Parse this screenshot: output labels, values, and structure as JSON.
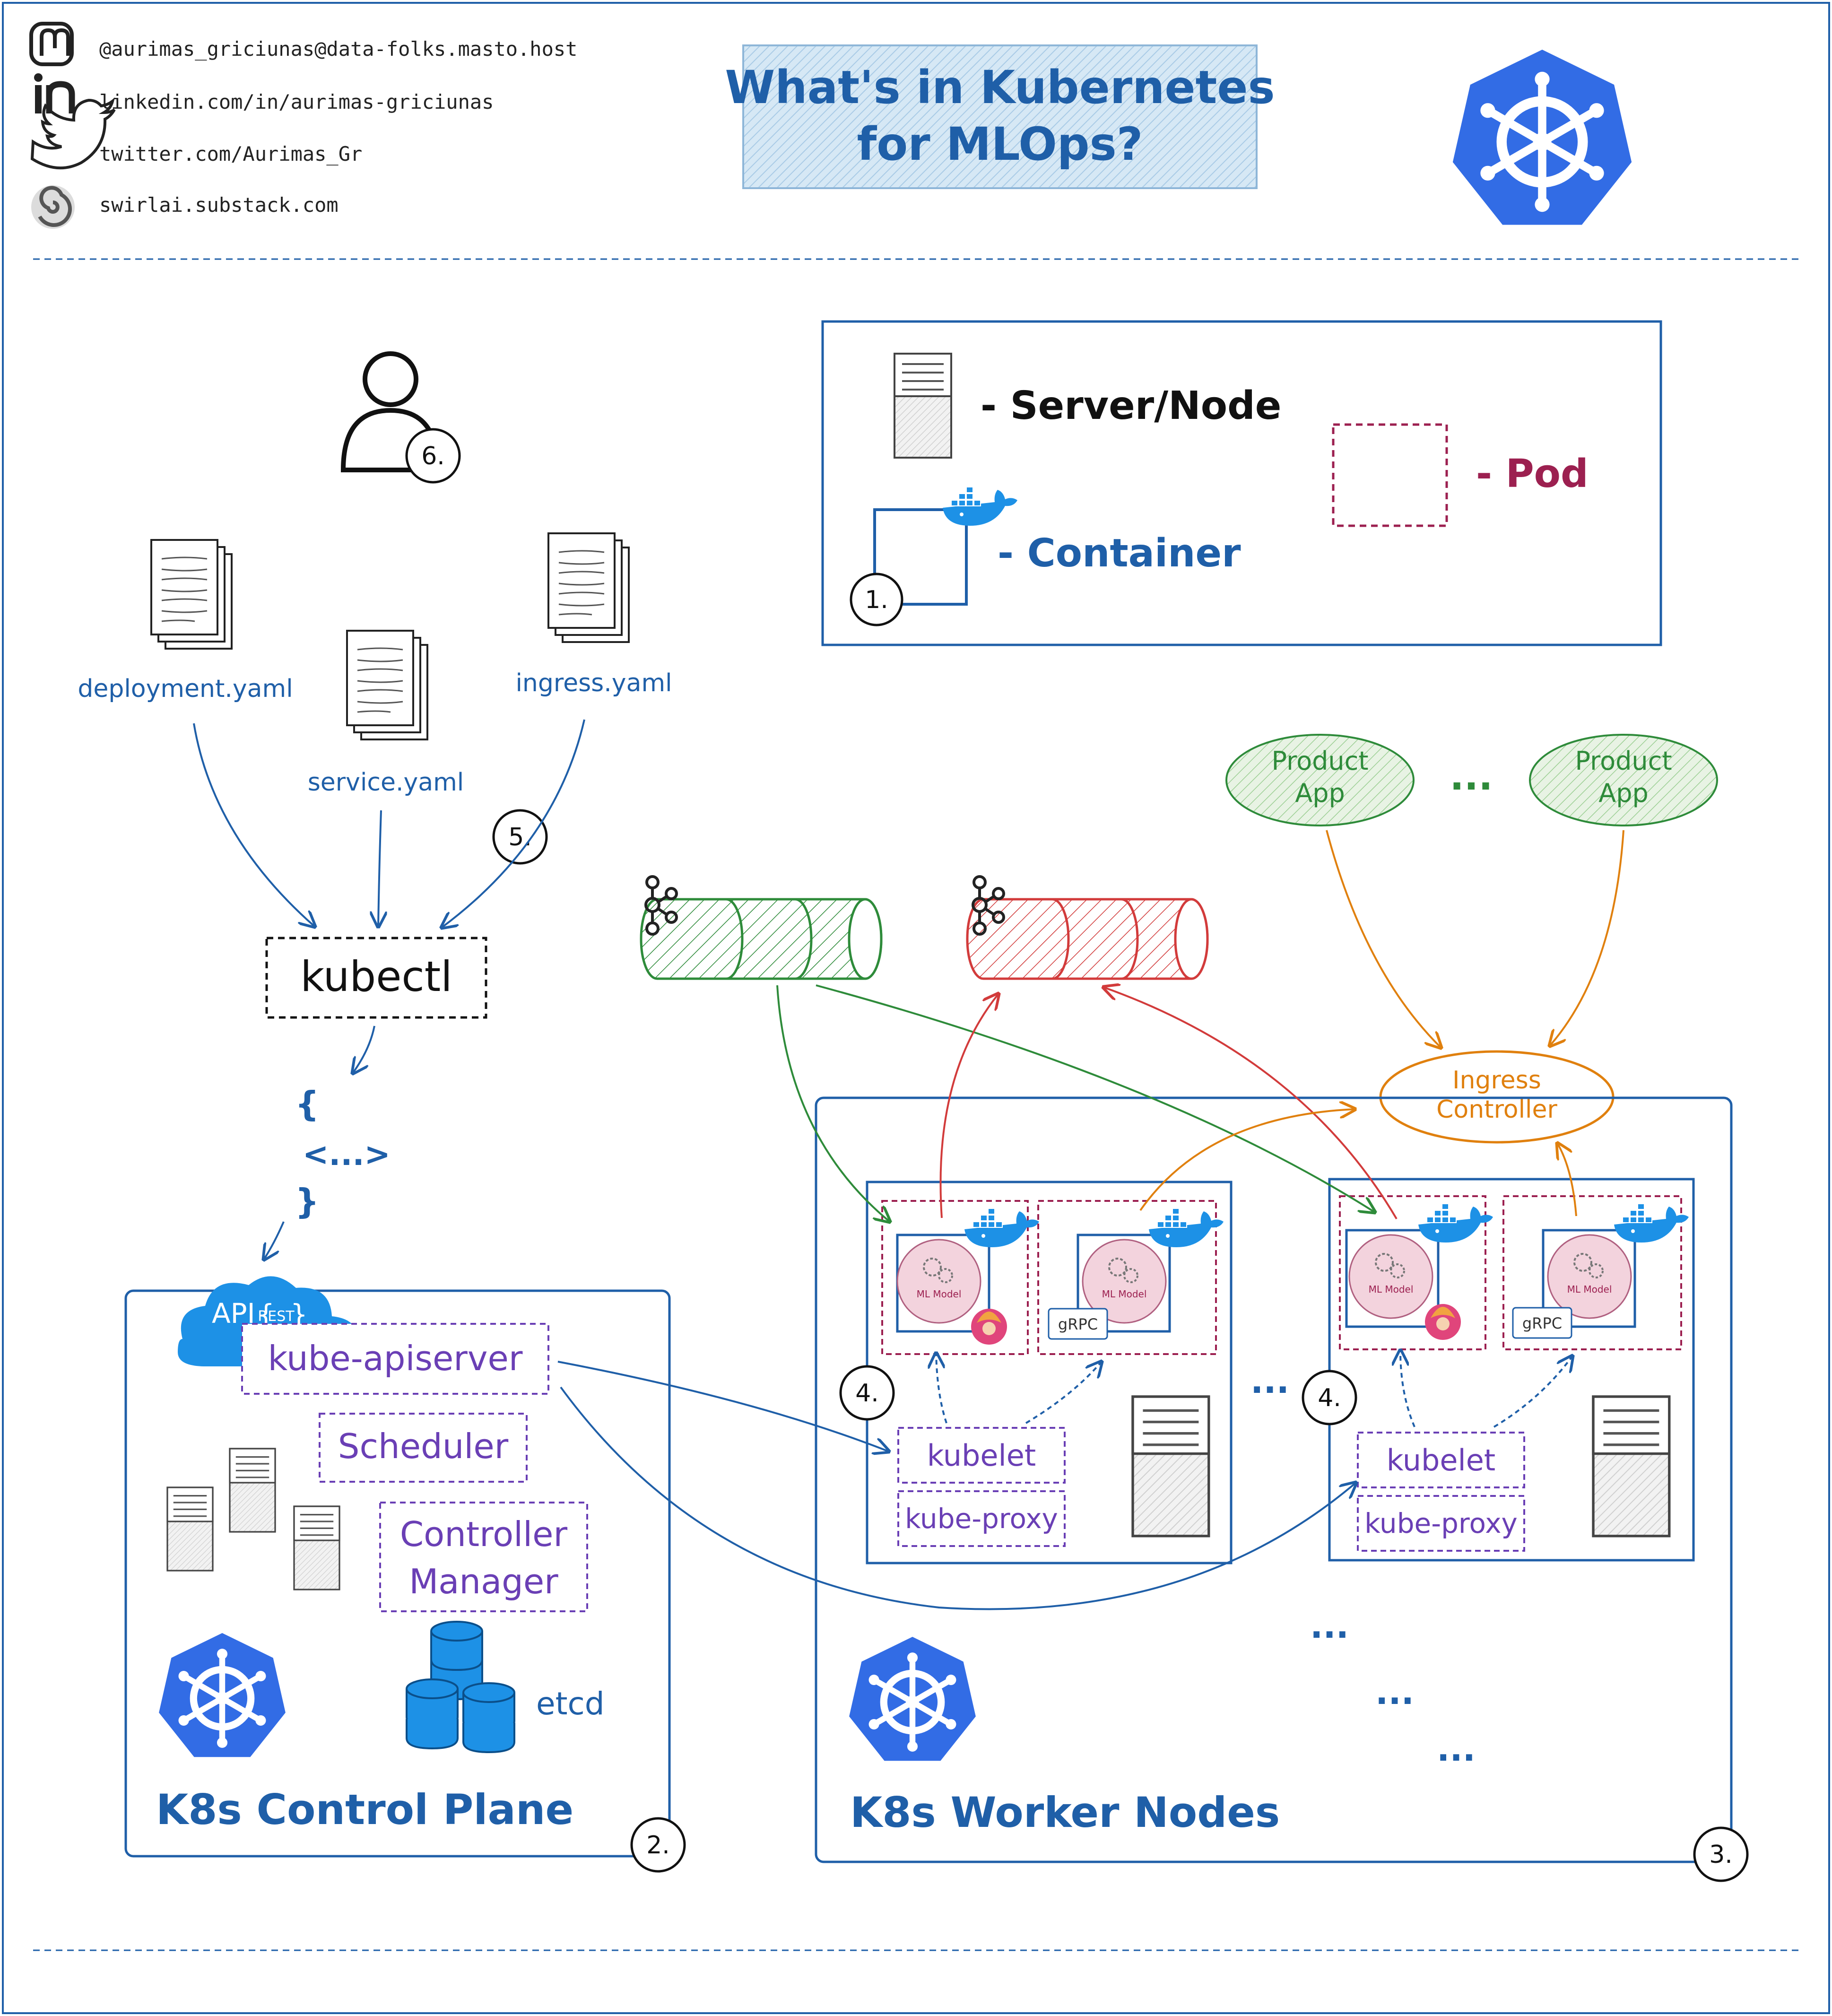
{
  "header": {
    "social": [
      {
        "icon": "mastodon-icon",
        "text": "@aurimas_griciunas@data-folks.masto.host"
      },
      {
        "icon": "linkedin-icon",
        "text": "linkedin.com/in/aurimas-griciunas"
      },
      {
        "icon": "twitter-icon",
        "text": "twitter.com/Aurimas_Gr"
      },
      {
        "icon": "substack-swirl-icon",
        "text": "swirlai.substack.com"
      }
    ],
    "title_line1": "What's in Kubernetes",
    "title_line2": "for MLOps?"
  },
  "legend": {
    "server_node": "- Server/Node",
    "container": "- Container",
    "pod": "- Pod",
    "badge": "1."
  },
  "user": {
    "badge": "6."
  },
  "manifests": {
    "deployment": "deployment.yaml",
    "service": "service.yaml",
    "ingress": "ingress.yaml",
    "badge": "5."
  },
  "kubectl": {
    "label": "kubectl",
    "json_open": "{",
    "json_body": "<...>",
    "json_close": "}"
  },
  "api": {
    "api": "API",
    "rest": "REST"
  },
  "control_plane": {
    "apiserver": "kube-apiserver",
    "scheduler": "Scheduler",
    "controller_1": "Controller",
    "controller_2": "Manager",
    "etcd": "etcd",
    "title": "K8s Control Plane",
    "badge": "2."
  },
  "worker": {
    "title": "K8s Worker Nodes",
    "badge": "3.",
    "node_badge": "4.",
    "kubelet": "kubelet",
    "kube_proxy": "kube-proxy",
    "ml_model": "ML Model",
    "grpc": "gRPC",
    "ellipsis": "..."
  },
  "product_apps": {
    "app_line1": "Product",
    "app_line2": "App",
    "ellipsis": "..."
  },
  "ingress_controller": {
    "line1": "Ingress",
    "line2": "Controller"
  },
  "colors": {
    "blue": "#1f5fa8",
    "k8s_blue": "#326ce5",
    "purple": "#6a3fb5",
    "pod_red": "#9c2050",
    "green": "#2e8b3a",
    "red": "#d23b3b",
    "orange": "#e0800e"
  }
}
